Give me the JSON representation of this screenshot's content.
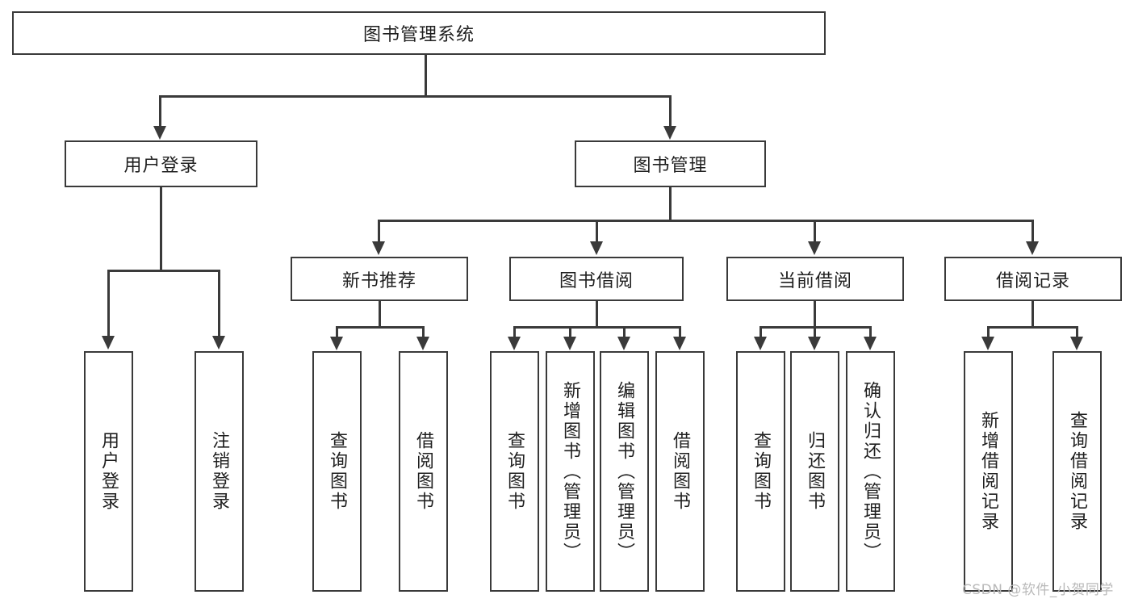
{
  "diagram": {
    "title": "图书管理系统",
    "type": "tree-hierarchy-flowchart",
    "root": {
      "label": "图书管理系统"
    },
    "level1": [
      {
        "label": "用户登录"
      },
      {
        "label": "图书管理"
      }
    ],
    "level2": [
      {
        "label": "新书推荐"
      },
      {
        "label": "图书借阅"
      },
      {
        "label": "当前借阅"
      },
      {
        "label": "借阅记录"
      }
    ],
    "leaves": {
      "user_login": [
        {
          "label": "用户登录"
        },
        {
          "label": "注销登录"
        }
      ],
      "new_book_recommend": [
        {
          "label": "查询图书"
        },
        {
          "label": "借阅图书"
        }
      ],
      "book_borrow": [
        {
          "label": "查询图书"
        },
        {
          "label": "新增图书（管理员）"
        },
        {
          "label": "编辑图书（管理员）"
        },
        {
          "label": "借阅图书"
        }
      ],
      "current_borrow": [
        {
          "label": "查询图书"
        },
        {
          "label": "归还图书"
        },
        {
          "label": "确认归还（管理员）"
        }
      ],
      "borrow_records": [
        {
          "label": "新增借阅记录"
        },
        {
          "label": "查询借阅记录"
        }
      ]
    }
  },
  "watermark": {
    "text": "CSDN @软件_小贺同学"
  },
  "colors": {
    "stroke": "#3a3a3a",
    "background": "#ffffff",
    "text": "#1f1f1f",
    "watermark": "#b9b9b9"
  }
}
